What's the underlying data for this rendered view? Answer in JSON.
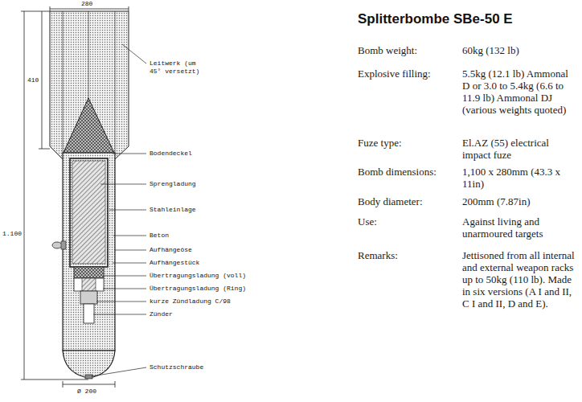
{
  "diagram": {
    "title": "Splitterbombe SBe-50 E",
    "labels": [
      "280",
      "410",
      "1.100",
      "Leitwerk (um 45° versetzt)",
      "Bodendeckel",
      "Sprengladung",
      "Stahleinlage",
      "Beton",
      "Aufhängeöse",
      "Aufhängestück",
      "Übertragungsladung (voll)",
      "Übertragungsladung (Ring)",
      "kurze Zündladung C/98",
      "Zünder",
      "Schutzschraube",
      "Ø 200",
      "Bomb weight:",
      "60kg (132 lb)",
      "Explosive filling:",
      "5.5kg (12.1 lb) Ammonal D or 3.0 to 5.4kg (6.6 to 11.9 lb) Ammonal DJ (various weights quoted)",
      "Fuze type:",
      "El.AZ (55) electrical impact fuze",
      "Bomb dimensions:",
      "1,100 x 280mm (43.3 x 11in)",
      "Body diameter:",
      "200mm (7.87in)",
      "Use:",
      "Against living and unarmoured targets",
      "Remarks:",
      "Jettisoned from all internal and external weapon racks up to 50kg (110 lb). Made in six versions (A I and II, C I and II, D and E)."
    ]
  }
}
